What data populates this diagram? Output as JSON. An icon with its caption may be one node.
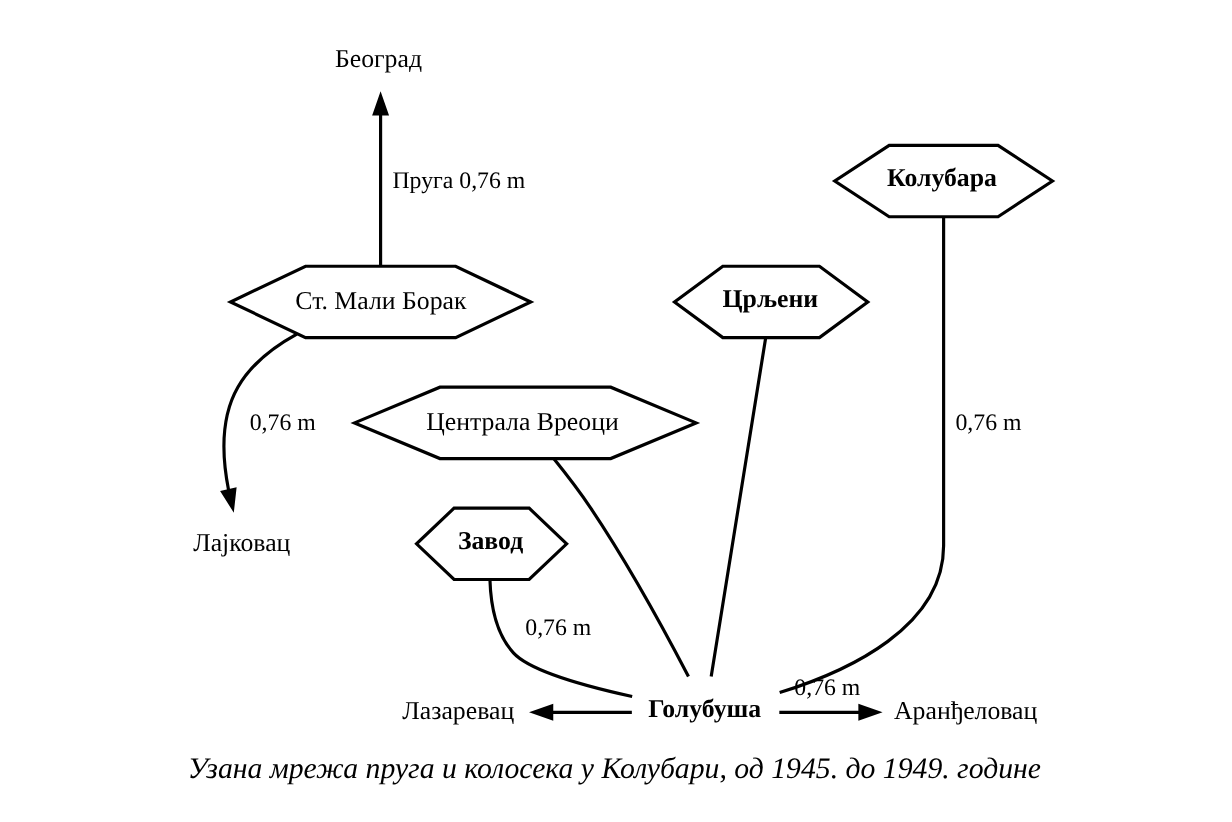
{
  "diagram": {
    "caption": "Узана мрежа пруга и колосека у Колубари, од 1945. до 1949. године",
    "nodes": [
      {
        "text": [
          "Београд"
        ]
      },
      {
        "text": [
          "Ст. Мали Борак"
        ]
      },
      {
        "text": [
          "Лајковац"
        ]
      },
      {
        "text": [
          "Колубара"
        ]
      },
      {
        "text": [
          "Црљени"
        ]
      },
      {
        "text": [
          "Централа Вреоци"
        ]
      },
      {
        "text": [
          "Завод"
        ]
      },
      {
        "text": [
          "Лазаревац"
        ]
      },
      {
        "text": [
          "Голубуша"
        ]
      },
      {
        "text": [
          "Аранђеловац"
        ]
      }
    ],
    "edges": [
      {
        "from": 1,
        "to": 0,
        "arrow": "to",
        "label": "Пруга 0,76 m"
      },
      {
        "from": 1,
        "to": 2,
        "arrow": "to",
        "label": "0,76 m"
      },
      {
        "from": 8,
        "to": 6,
        "arrow": "none",
        "label": "0,76 m"
      },
      {
        "from": 8,
        "to": 5,
        "arrow": "none"
      },
      {
        "from": 8,
        "to": 4,
        "arrow": "none"
      },
      {
        "from": 8,
        "to": 3,
        "arrow": "none",
        "label": "0,76 m"
      },
      {
        "from": 8,
        "to": 7,
        "arrow": "to"
      },
      {
        "from": 8,
        "to": 9,
        "arrow": "to",
        "label": "0,76 m"
      }
    ]
  }
}
